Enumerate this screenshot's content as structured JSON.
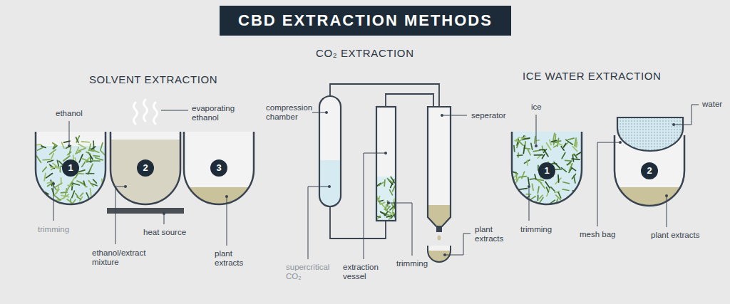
{
  "diagram": {
    "title": "CBD EXTRACTION METHODS",
    "nodes": [
      {
        "text": [
          "1"
        ]
      },
      {
        "text": [
          "2"
        ]
      },
      {
        "text": [
          "3"
        ]
      },
      {
        "text": [
          "1"
        ]
      },
      {
        "text": [
          "2"
        ]
      }
    ],
    "labels": [
      "SOLVENT EXTRACTION",
      "CO₂ EXTRACTION",
      "ICE WATER EXTRACTION",
      "ethanol",
      "evaporating ethanol",
      "trimming",
      "ethanol/extract mixture",
      "heat source",
      "plant extracts",
      "compression chamber",
      "supercritical CO₂",
      "extraction vessel",
      "trimming",
      "seperator",
      "plant extracts",
      "ice",
      "water",
      "trimming",
      "mesh bag",
      "plant extracts"
    ]
  }
}
